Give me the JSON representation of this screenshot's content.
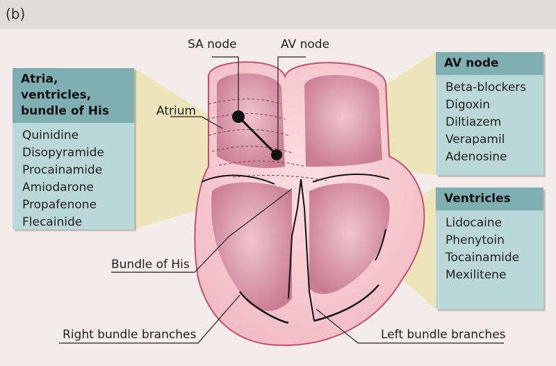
{
  "panel_label": "(b)",
  "labels": {
    "sa_node": "SA node",
    "av_node": "AV node",
    "atrium": "Atrium",
    "bundle_of_his": "Bundle of  His",
    "right_bundle_branches": "Right bundle branches",
    "left_bundle_branches": "Left bundle branches"
  },
  "boxes": {
    "atria": {
      "title": "Atria, ventricles, bundle of His",
      "drugs": [
        "Quinidine",
        "Disopyramide",
        "Procainamide",
        "Amiodarone",
        "Propafenone",
        "Flecainide"
      ]
    },
    "av_node": {
      "title": "AV node",
      "drugs": [
        "Beta-blockers",
        "Digoxin",
        "Diltiazem",
        "Verapamil",
        "Adenosine"
      ]
    },
    "ventricles": {
      "title": "Ventricles",
      "drugs": [
        "Lidocaine",
        "Phenytoin",
        "Tocainamide",
        "Mexilitene"
      ]
    }
  },
  "colors": {
    "background": "#f3ecea",
    "header": "#dedcdb",
    "box_body": "#b6d6d6",
    "box_header": "#7fafb2",
    "heart_outer": "#f6c9d0",
    "heart_chamber": "#d68ea3",
    "heart_outline": "#c0506e",
    "callout": "#ece4b5"
  }
}
